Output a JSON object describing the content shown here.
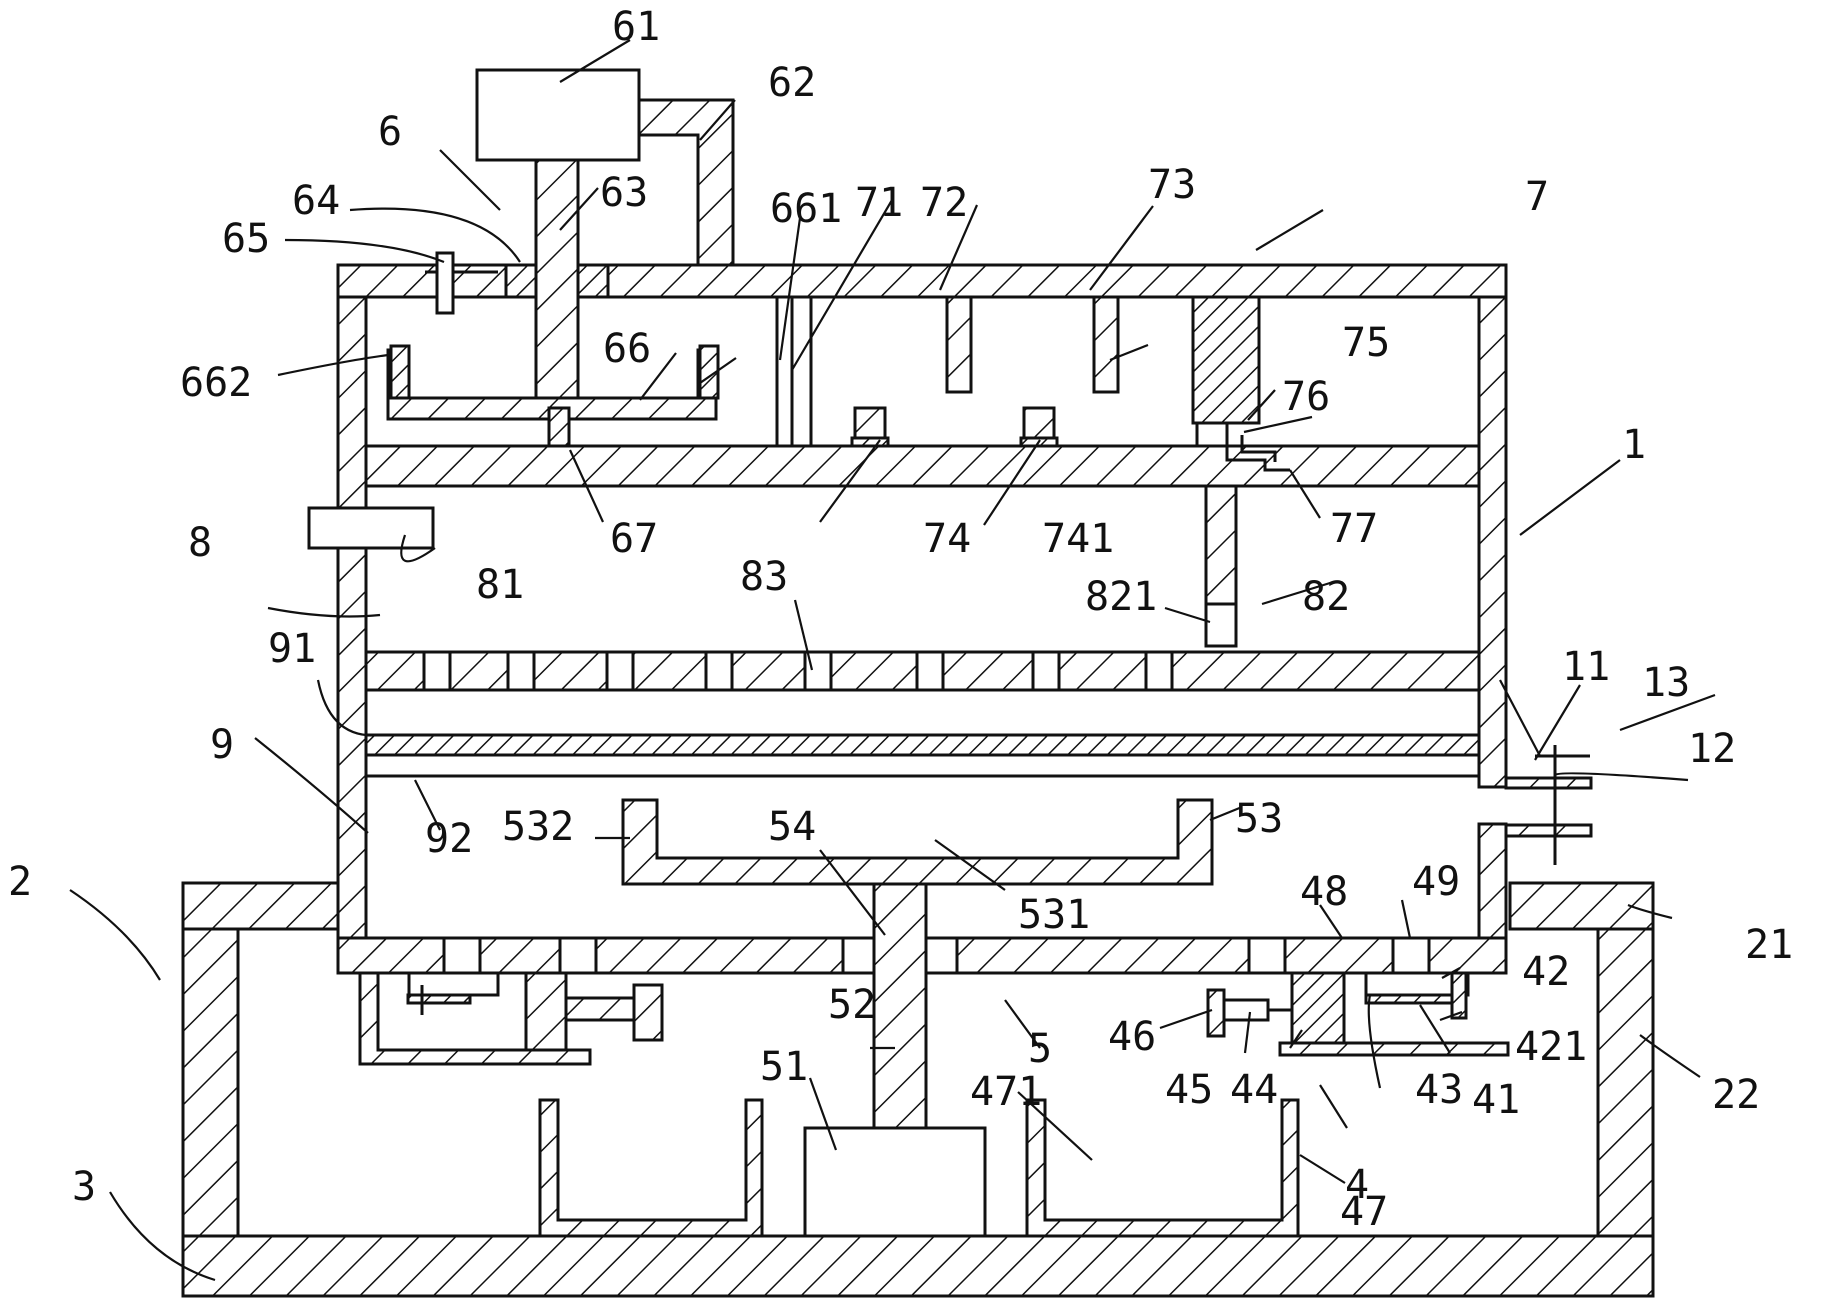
{
  "labels": {
    "l61": "61",
    "l62": "62",
    "l6": "6",
    "l63": "63",
    "l64": "64",
    "l65": "65",
    "l661": "661",
    "l71": "71",
    "l72": "72",
    "l73": "73",
    "l7": "7",
    "l662": "662",
    "l66": "66",
    "l75": "75",
    "l76": "76",
    "l1": "1",
    "l67": "67",
    "l74": "74",
    "l741": "741",
    "l77": "77",
    "l8": "8",
    "l81": "81",
    "l83": "83",
    "l821": "821",
    "l82": "82",
    "l91": "91",
    "l11": "11",
    "l13": "13",
    "l9": "9",
    "l12": "12",
    "l92": "92",
    "l532": "532",
    "l54": "54",
    "l53": "53",
    "l2": "2",
    "l48": "48",
    "l49": "49",
    "l531": "531",
    "l21": "21",
    "l42": "42",
    "l52": "52",
    "l5": "5",
    "l46": "46",
    "l421": "421",
    "l51": "51",
    "l471": "471",
    "l45": "45",
    "l44": "44",
    "l43": "43",
    "l41": "41",
    "l22": "22",
    "l3": "3",
    "l4": "4",
    "l47": "47"
  }
}
